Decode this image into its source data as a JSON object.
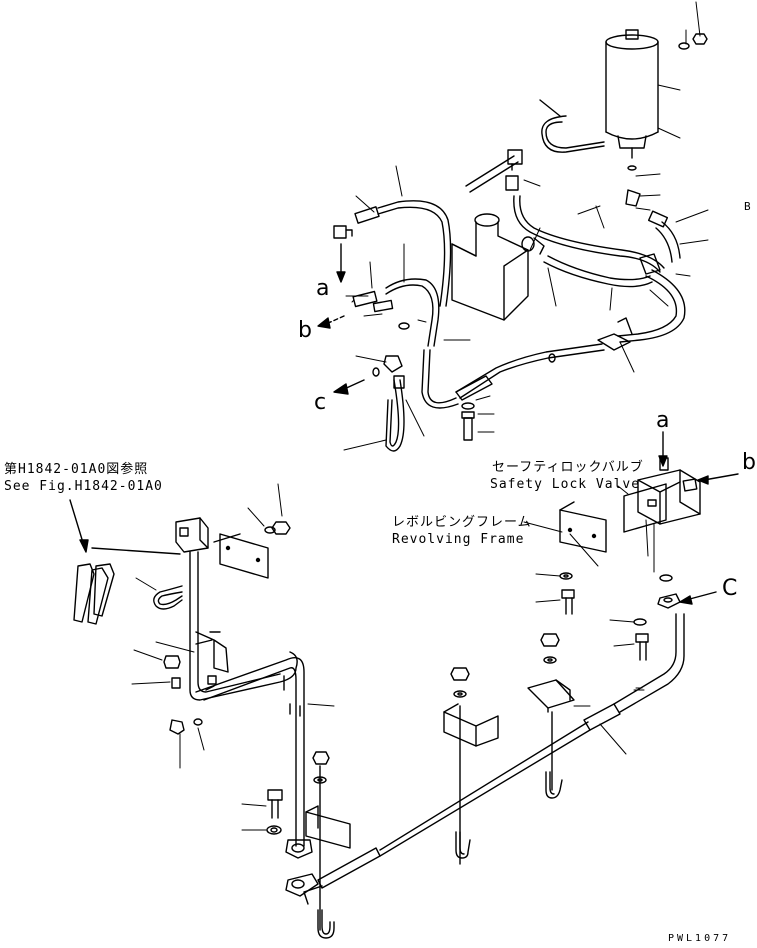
{
  "ref": {
    "line1": "第H1842-01A0図参照",
    "line2": "See Fig.H1842-01A0"
  },
  "safety_lock_valve": {
    "jp": "セーフティロックバルブ",
    "en": "Safety Lock Valve"
  },
  "revolving_frame": {
    "jp": "レボルビングフレーム",
    "en": "Revolving Frame"
  },
  "markers": {
    "a": "a",
    "b": "b",
    "c_upper": "c",
    "a_valve": "a",
    "b_valve": "b",
    "c_valve": "C"
  },
  "edge_mark": "B",
  "drawing_code": "PWL1077"
}
